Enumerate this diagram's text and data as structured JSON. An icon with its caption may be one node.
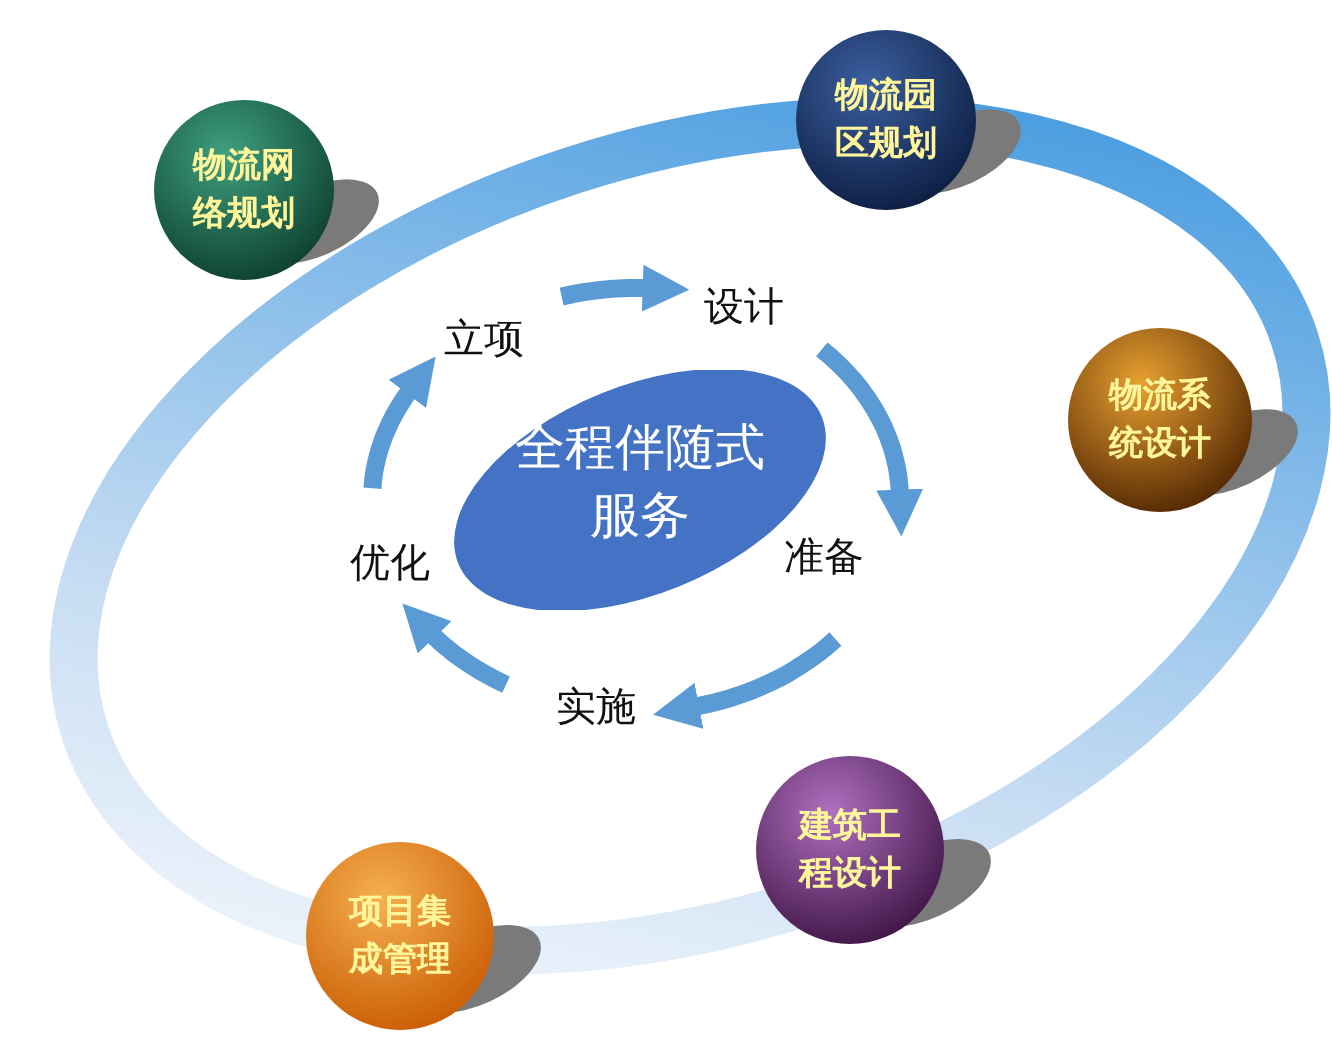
{
  "diagram": {
    "nodes": [
      {
        "text": [
          "物流网络规划"
        ]
      },
      {
        "text": [
          "物流园区规划"
        ]
      },
      {
        "text": [
          "物流系统设计"
        ]
      },
      {
        "text": [
          "建筑工程设计"
        ]
      },
      {
        "text": [
          "项目集成管理"
        ]
      },
      {
        "text": [
          "全程伴随式服务"
        ]
      },
      {
        "text": [
          "立项"
        ]
      },
      {
        "text": [
          "设计"
        ]
      },
      {
        "text": [
          "准备"
        ]
      },
      {
        "text": [
          "实施"
        ]
      },
      {
        "text": [
          "优化"
        ]
      }
    ],
    "edges": [
      {
        "from": 6,
        "to": 7,
        "arrow": "to"
      },
      {
        "from": 7,
        "to": 8,
        "arrow": "to"
      },
      {
        "from": 8,
        "to": 9,
        "arrow": "to"
      },
      {
        "from": 9,
        "to": 10,
        "arrow": "to"
      },
      {
        "from": 10,
        "to": 6,
        "arrow": "to"
      }
    ]
  }
}
